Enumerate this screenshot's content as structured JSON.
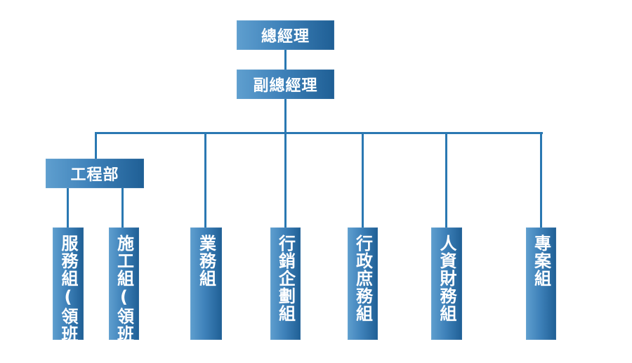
{
  "org_chart": {
    "general_manager": "總經理",
    "deputy_general_manager": "副總經理",
    "engineering_department": "工程部",
    "units": [
      "服務組(領班)",
      "施工組(領班)",
      "業務組",
      "行銷企劃組",
      "行政庶務組",
      "人資財務組",
      "專案組"
    ]
  },
  "colors": {
    "box_light": "#5f9fcf",
    "box_dark": "#1f5f95",
    "connector": "#2a78b2",
    "text": "#ffffff"
  }
}
